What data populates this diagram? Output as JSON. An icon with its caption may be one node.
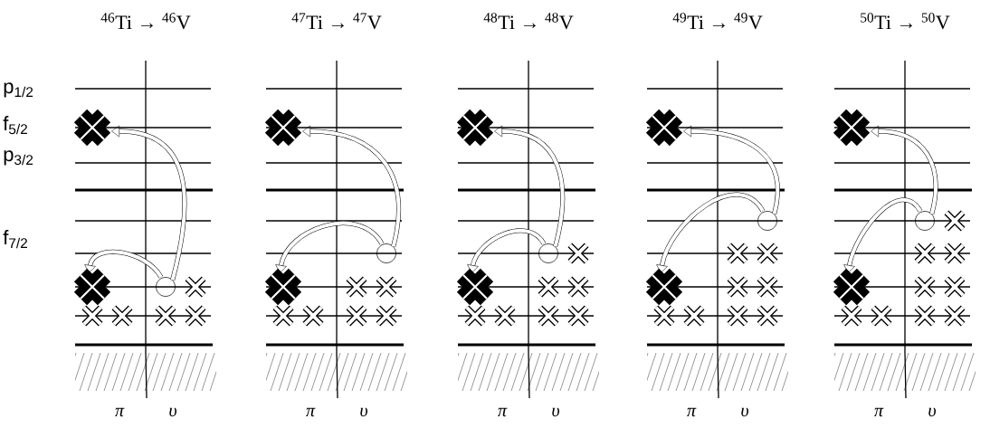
{
  "diagram": {
    "nodes": [
      {
        "text": [],
        "shape": "cross"
      },
      {
        "text": [],
        "shape": "cross"
      },
      {
        "text": [],
        "shape": "circle"
      },
      {
        "text": [],
        "shape": "cross"
      },
      {
        "text": [],
        "shape": "cross"
      },
      {
        "text": [],
        "shape": "cross"
      },
      {
        "text": [],
        "shape": "cross"
      },
      {
        "text": [],
        "shape": "cross"
      },
      {
        "text": [],
        "shape": "cross"
      },
      {
        "text": [],
        "shape": "circle"
      },
      {
        "text": [],
        "shape": "cross"
      },
      {
        "text": [],
        "shape": "cross"
      },
      {
        "text": [],
        "shape": "cross"
      },
      {
        "text": [],
        "shape": "cross"
      },
      {
        "text": [],
        "shape": "cross"
      },
      {
        "text": [],
        "shape": "cross"
      },
      {
        "text": [],
        "shape": "cross"
      },
      {
        "text": [],
        "shape": "cross"
      },
      {
        "text": [],
        "shape": "circle"
      },
      {
        "text": [],
        "shape": "cross"
      },
      {
        "text": [],
        "shape": "cross"
      },
      {
        "text": [],
        "shape": "cross"
      },
      {
        "text": [],
        "shape": "cross"
      },
      {
        "text": [],
        "shape": "cross"
      },
      {
        "text": [],
        "shape": "cross"
      },
      {
        "text": [],
        "shape": "cross"
      },
      {
        "text": [],
        "shape": "cross"
      },
      {
        "text": [],
        "shape": "cross"
      },
      {
        "text": [],
        "shape": "circle"
      },
      {
        "text": [],
        "shape": "cross"
      },
      {
        "text": [],
        "shape": "cross"
      },
      {
        "text": [],
        "shape": "cross"
      },
      {
        "text": [],
        "shape": "cross"
      },
      {
        "text": [],
        "shape": "cross"
      },
      {
        "text": [],
        "shape": "cross"
      },
      {
        "text": [],
        "shape": "cross"
      },
      {
        "text": [],
        "shape": "cross"
      },
      {
        "text": [],
        "shape": "cross"
      },
      {
        "text": [],
        "shape": "cross"
      },
      {
        "text": [],
        "shape": "circle"
      },
      {
        "text": [],
        "shape": "cross"
      },
      {
        "text": [],
        "shape": "cross"
      },
      {
        "text": [],
        "shape": "cross"
      },
      {
        "text": [],
        "shape": "cross"
      },
      {
        "text": [],
        "shape": "cross"
      },
      {
        "text": [],
        "shape": "cross"
      },
      {
        "text": [],
        "shape": "cross"
      },
      {
        "text": [],
        "shape": "cross"
      },
      {
        "text": [],
        "shape": "cross"
      },
      {
        "text": [],
        "shape": "cross"
      }
    ],
    "edges": [
      {
        "from": 2,
        "to": 0,
        "arrow": "to"
      },
      {
        "from": 2,
        "to": 1,
        "arrow": "to"
      },
      {
        "from": 9,
        "to": 8,
        "arrow": "to"
      },
      {
        "from": 9,
        "to": 10,
        "arrow": "to"
      },
      {
        "from": 18,
        "to": 17,
        "arrow": "to"
      },
      {
        "from": 18,
        "to": 20,
        "arrow": "to"
      },
      {
        "from": 28,
        "to": 27,
        "arrow": "to"
      },
      {
        "from": 28,
        "to": 31,
        "arrow": "to"
      },
      {
        "from": 39,
        "to": 38,
        "arrow": "to"
      },
      {
        "from": 39,
        "to": 43,
        "arrow": "to"
      }
    ],
    "labels": [
      "$^{46}$Ti → $^{46}$V",
      "$^{47}$Ti → $^{47}$V",
      "$^{48}$Ti → $^{48}$V",
      "$^{49}$Ti → $^{49}$V",
      "$^{50}$Ti → $^{50}$V",
      "p$_{1/2}$",
      "f$_{5/2}$",
      "p$_{3/2}$",
      "f$_{7/2}$",
      "π",
      "υ",
      "π",
      "υ",
      "π",
      "υ",
      "π",
      "υ",
      "π",
      "υ"
    ]
  }
}
